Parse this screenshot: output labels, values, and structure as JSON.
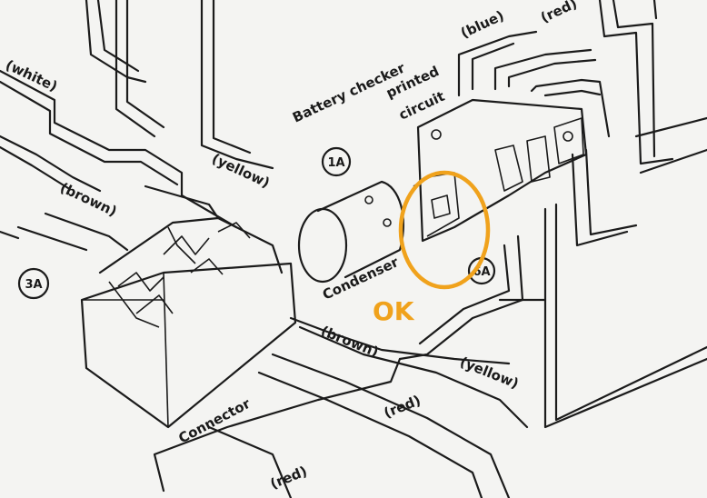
{
  "labels": {
    "white": "(white)",
    "yellow_top": "(yellow)",
    "brown_left": "(brown)",
    "brown_bottom": "(brown)",
    "battery_checker": "Battery checker",
    "printed": "printed",
    "circuit": "circuit",
    "blue": "(blue)",
    "red_top": "(red)",
    "condenser": "Condenser",
    "yellow_bottom": "(yellow)",
    "red_bottom": "(red)",
    "red_very_bottom": "(red)",
    "connector": "Connector",
    "marker_1a": "1A",
    "marker_left": "3A",
    "marker_right": "6A"
  },
  "annotation": {
    "text": "OK",
    "color": "#f0a21c"
  }
}
